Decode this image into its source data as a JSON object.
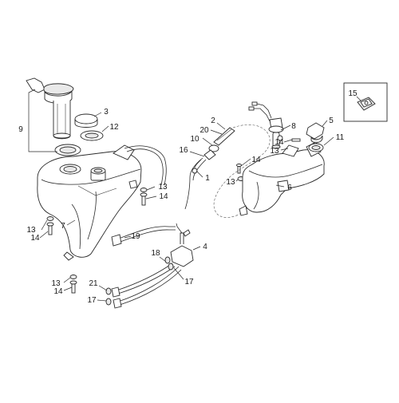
{
  "callouts": {
    "c1": "1",
    "c2": "2",
    "c3": "3",
    "c4": "4",
    "c5": "5",
    "c6": "6",
    "c7": "7",
    "c8": "8",
    "c9": "9",
    "c10": "10",
    "c11": "11",
    "c12": "12",
    "c13a": "13",
    "c13b": "13",
    "c13c": "13",
    "c13d": "13",
    "c13e": "13",
    "c14a": "14",
    "c14b": "14",
    "c14c": "14",
    "c14d": "14",
    "c14e": "14",
    "c15": "15",
    "c16": "16",
    "c17a": "17",
    "c17b": "17",
    "c18": "18",
    "c19": "19",
    "c20": "20",
    "c21": "21"
  }
}
